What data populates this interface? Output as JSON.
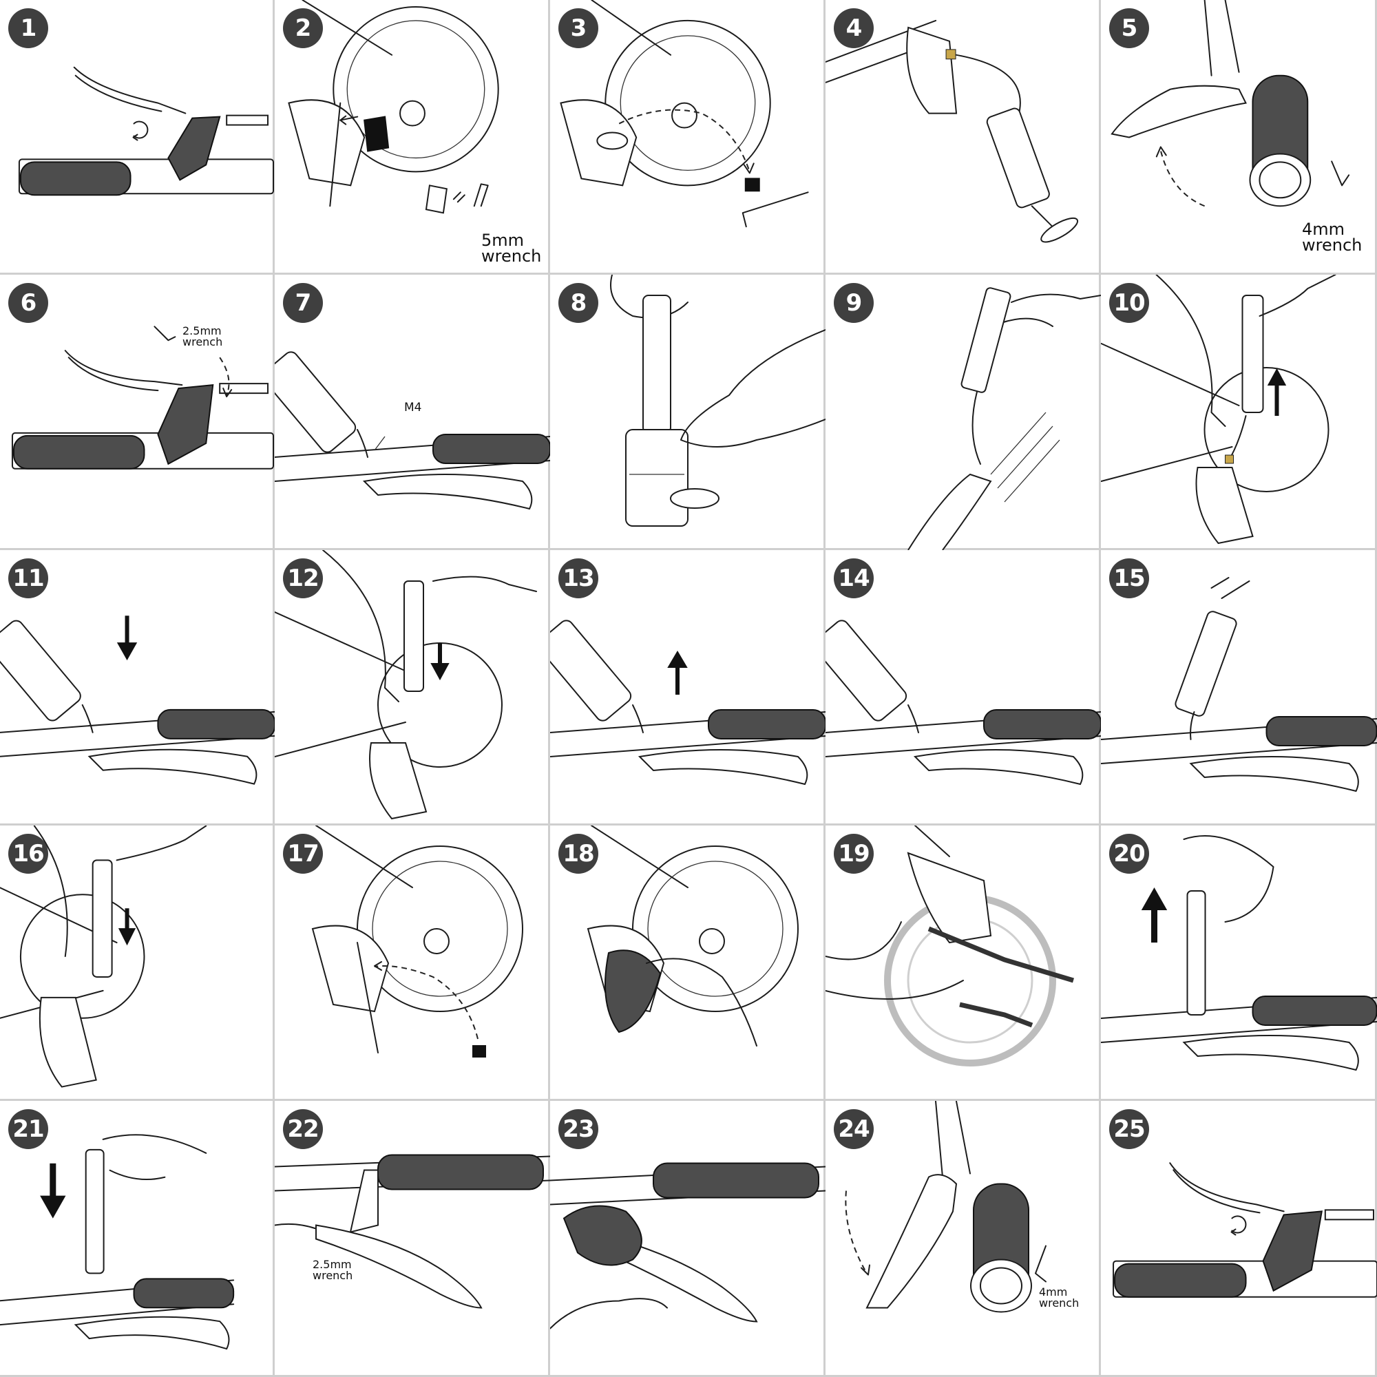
{
  "steps": [
    {
      "number": "1"
    },
    {
      "number": "2"
    },
    {
      "number": "3"
    },
    {
      "number": "4"
    },
    {
      "number": "5"
    },
    {
      "number": "6"
    },
    {
      "number": "7"
    },
    {
      "number": "8"
    },
    {
      "number": "9"
    },
    {
      "number": "10"
    },
    {
      "number": "11"
    },
    {
      "number": "12"
    },
    {
      "number": "13"
    },
    {
      "number": "14"
    },
    {
      "number": "15"
    },
    {
      "number": "16"
    },
    {
      "number": "17"
    },
    {
      "number": "18"
    },
    {
      "number": "19"
    },
    {
      "number": "20"
    },
    {
      "number": "21"
    },
    {
      "number": "22"
    },
    {
      "number": "23"
    },
    {
      "number": "24"
    },
    {
      "number": "25"
    }
  ],
  "labels": {
    "step2_wrench": "5mm wrench",
    "step5_wrench": "4mm wrench",
    "step6_wrench": "2.5mm wrench",
    "step7_port": "M4",
    "step22_wrench": "2.5mm wrench",
    "step24_wrench": "4mm wrench"
  },
  "colors": {
    "badge": "#3f3f3f",
    "grid_line": "#c9c9c9",
    "ink": "#1c1c1c",
    "grip": "#4d4d4d",
    "rotor_gray": "#bdbdbd"
  }
}
